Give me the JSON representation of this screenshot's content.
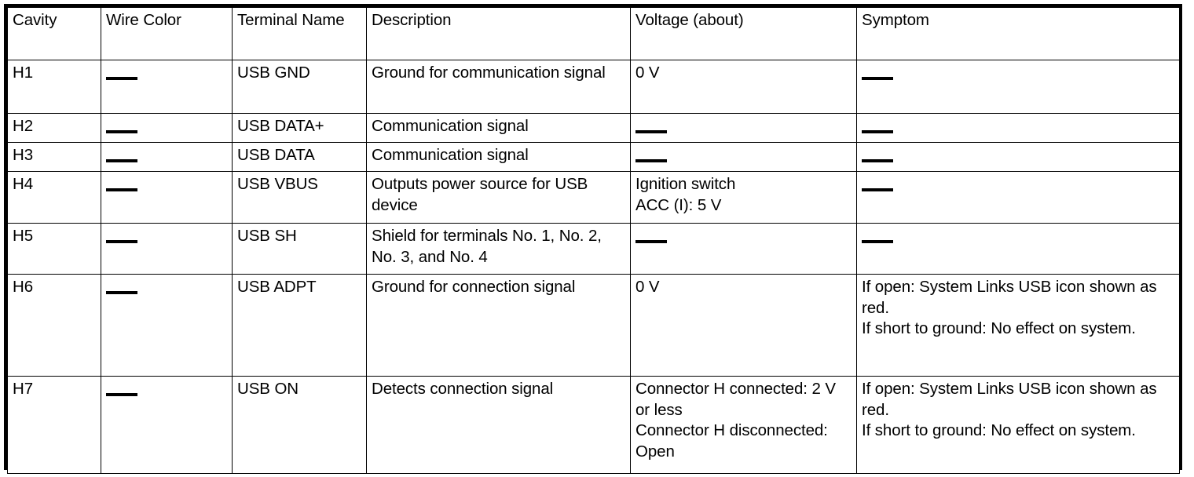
{
  "table": {
    "name": "connector-h-terminal-specification",
    "columns": [
      "Cavity",
      "Wire Color",
      "Terminal Name",
      "Description",
      "Voltage (about)",
      "Symptom"
    ],
    "dash_symbol": "—",
    "rows": [
      {
        "cavity": "H1",
        "wire_color": "—",
        "terminal_name": "USB GND",
        "description": "Ground for communication signal",
        "voltage": "0 V",
        "symptom": "—"
      },
      {
        "cavity": "H2",
        "wire_color": "—",
        "terminal_name": "USB DATA+",
        "description": "Communication signal",
        "voltage": "—",
        "symptom": "—"
      },
      {
        "cavity": "H3",
        "wire_color": "—",
        "terminal_name": "USB DATA",
        "description": "Communication signal",
        "voltage": "—",
        "symptom": "—"
      },
      {
        "cavity": "H4",
        "wire_color": "—",
        "terminal_name": "USB VBUS",
        "description": "Outputs power source for USB device",
        "voltage": "Ignition switch\nACC (I): 5 V",
        "symptom": "—"
      },
      {
        "cavity": "H5",
        "wire_color": "—",
        "terminal_name": "USB SH",
        "description": "Shield for terminals No. 1, No. 2, No. 3, and No. 4",
        "voltage": "—",
        "symptom": "—"
      },
      {
        "cavity": "H6",
        "wire_color": "—",
        "terminal_name": "USB ADPT",
        "description": "Ground for connection signal",
        "voltage": "0 V",
        "symptom": "If open: System Links USB icon shown as red.\nIf short to ground: No effect on system."
      },
      {
        "cavity": "H7",
        "wire_color": "—",
        "terminal_name": "USB ON",
        "description": "Detects connection signal",
        "voltage": "Connector H connected: 2 V or less\nConnector H disconnected: Open",
        "symptom": "If open: System Links USB icon shown as red.\nIf short to ground: No effect on system."
      }
    ]
  }
}
